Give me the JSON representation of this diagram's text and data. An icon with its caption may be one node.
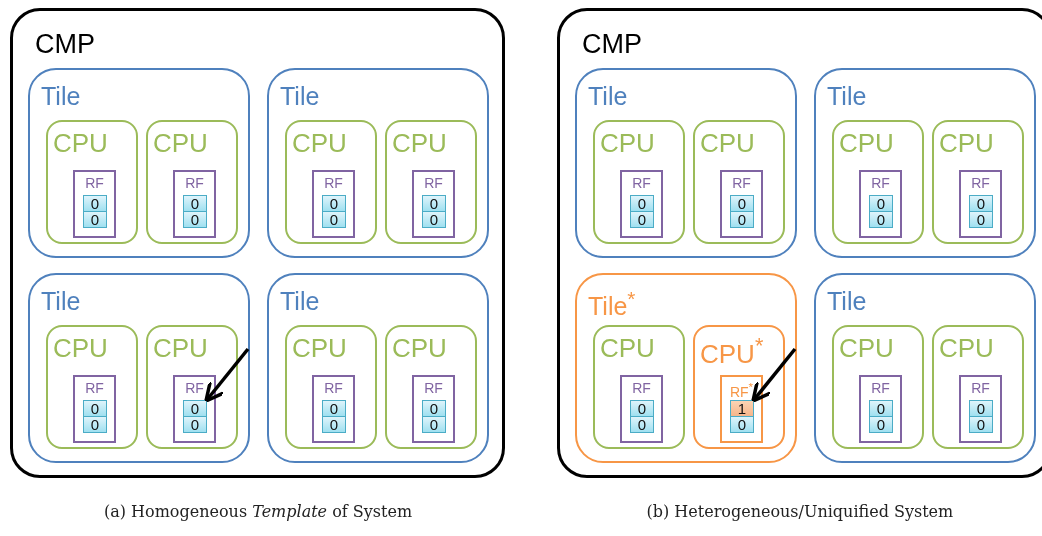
{
  "diagram": {
    "nodes": [
      {
        "text": [
          "CMP"
        ]
      },
      {
        "text": [
          "Tile"
        ],
        "in": 0
      },
      {
        "text": [
          "CPU"
        ],
        "in": 1
      },
      {
        "text": [
          "RF"
        ],
        "in": 2
      },
      {
        "text": [
          "0"
        ],
        "in": 3
      },
      {
        "text": [
          "0"
        ],
        "in": 3
      },
      {
        "text": [
          "CPU"
        ],
        "in": 1
      },
      {
        "text": [
          "RF"
        ],
        "in": 6
      },
      {
        "text": [
          "0"
        ],
        "in": 7
      },
      {
        "text": [
          "0"
        ],
        "in": 7
      },
      {
        "text": [
          "Tile"
        ],
        "in": 0
      },
      {
        "text": [
          "CPU"
        ],
        "in": 10
      },
      {
        "text": [
          "RF"
        ],
        "in": 11
      },
      {
        "text": [
          "0"
        ],
        "in": 12
      },
      {
        "text": [
          "0"
        ],
        "in": 12
      },
      {
        "text": [
          "CPU"
        ],
        "in": 10
      },
      {
        "text": [
          "RF"
        ],
        "in": 15
      },
      {
        "text": [
          "0"
        ],
        "in": 16
      },
      {
        "text": [
          "0"
        ],
        "in": 16
      },
      {
        "text": [
          "Tile"
        ],
        "in": 0
      },
      {
        "text": [
          "CPU"
        ],
        "in": 19
      },
      {
        "text": [
          "RF"
        ],
        "in": 20
      },
      {
        "text": [
          "0"
        ],
        "in": 21
      },
      {
        "text": [
          "0"
        ],
        "in": 21
      },
      {
        "text": [
          "CPU"
        ],
        "in": 19
      },
      {
        "text": [
          "RF"
        ],
        "in": 24
      },
      {
        "text": [
          "0"
        ],
        "in": 25
      },
      {
        "text": [
          "0"
        ],
        "in": 25
      },
      {
        "text": [
          "Tile"
        ],
        "in": 0
      },
      {
        "text": [
          "CPU"
        ],
        "in": 28
      },
      {
        "text": [
          "RF"
        ],
        "in": 29
      },
      {
        "text": [
          "0"
        ],
        "in": 30
      },
      {
        "text": [
          "0"
        ],
        "in": 30
      },
      {
        "text": [
          "CPU"
        ],
        "in": 28
      },
      {
        "text": [
          "RF"
        ],
        "in": 33
      },
      {
        "text": [
          "0"
        ],
        "in": 34
      },
      {
        "text": [
          "0"
        ],
        "in": 34
      },
      {
        "text": [
          "CMP"
        ]
      },
      {
        "text": [
          "Tile"
        ],
        "in": 37
      },
      {
        "text": [
          "CPU"
        ],
        "in": 38
      },
      {
        "text": [
          "RF"
        ],
        "in": 39
      },
      {
        "text": [
          "0"
        ],
        "in": 40
      },
      {
        "text": [
          "0"
        ],
        "in": 40
      },
      {
        "text": [
          "CPU"
        ],
        "in": 38
      },
      {
        "text": [
          "RF"
        ],
        "in": 43
      },
      {
        "text": [
          "0"
        ],
        "in": 44
      },
      {
        "text": [
          "0"
        ],
        "in": 44
      },
      {
        "text": [
          "Tile"
        ],
        "in": 37
      },
      {
        "text": [
          "CPU"
        ],
        "in": 47
      },
      {
        "text": [
          "RF"
        ],
        "in": 48
      },
      {
        "text": [
          "0"
        ],
        "in": 49
      },
      {
        "text": [
          "0"
        ],
        "in": 49
      },
      {
        "text": [
          "CPU"
        ],
        "in": 47
      },
      {
        "text": [
          "RF"
        ],
        "in": 52
      },
      {
        "text": [
          "0"
        ],
        "in": 53
      },
      {
        "text": [
          "0"
        ],
        "in": 53
      },
      {
        "text": [
          "Tile$^{*}$"
        ],
        "in": 37
      },
      {
        "text": [
          "CPU"
        ],
        "in": 56
      },
      {
        "text": [
          "RF"
        ],
        "in": 57
      },
      {
        "text": [
          "0"
        ],
        "in": 58
      },
      {
        "text": [
          "0"
        ],
        "in": 58
      },
      {
        "text": [
          "CPU$^{*}$"
        ],
        "in": 56
      },
      {
        "text": [
          "RF$^{*}$"
        ],
        "in": 61
      },
      {
        "text": [
          "1"
        ],
        "in": 62
      },
      {
        "text": [
          "0"
        ],
        "in": 62
      },
      {
        "text": [
          "Tile"
        ],
        "in": 37
      },
      {
        "text": [
          "CPU"
        ],
        "in": 65
      },
      {
        "text": [
          "RF"
        ],
        "in": 66
      },
      {
        "text": [
          "0"
        ],
        "in": 67
      },
      {
        "text": [
          "0"
        ],
        "in": 67
      },
      {
        "text": [
          "CPU"
        ],
        "in": 65
      },
      {
        "text": [
          "RF"
        ],
        "in": 70
      },
      {
        "text": [
          "0"
        ],
        "in": 71
      },
      {
        "text": [
          "0"
        ],
        "in": 71
      }
    ],
    "edges": [
      {
        "from": null,
        "to": 26,
        "arrow": "to"
      },
      {
        "from": null,
        "to": 63,
        "arrow": "to"
      }
    ],
    "labels": [
      "(a) Homogeneous *Template* of System",
      "(b) Heterogeneous/Uniquified System"
    ]
  }
}
